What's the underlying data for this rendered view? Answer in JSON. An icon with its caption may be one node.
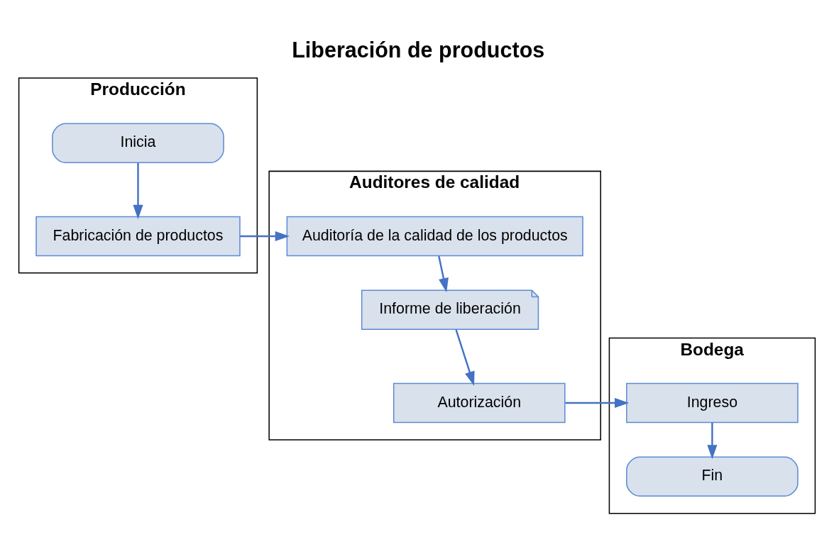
{
  "diagram": {
    "title": "Liberación de productos",
    "nodes": [
      {
        "text": [
          "Producción"
        ]
      },
      {
        "text": [
          "Inicia"
        ],
        "in": 0
      },
      {
        "text": [
          "Fabricación de productos"
        ],
        "in": 0
      },
      {
        "text": [
          "Auditores de calidad"
        ]
      },
      {
        "text": [
          "Auditoría de la calidad de los productos"
        ],
        "in": 3
      },
      {
        "text": [
          "Informe de liberación"
        ],
        "in": 3
      },
      {
        "text": [
          "Autorización"
        ],
        "in": 3
      },
      {
        "text": [
          "Bodega"
        ]
      },
      {
        "text": [
          "Ingreso"
        ],
        "in": 7
      },
      {
        "text": [
          "Fin"
        ],
        "in": 7
      }
    ],
    "edges": [
      {
        "from": 1,
        "to": 2,
        "arrow": "to"
      },
      {
        "from": 2,
        "to": 4,
        "arrow": "to"
      },
      {
        "from": 4,
        "to": 5,
        "arrow": "to"
      },
      {
        "from": 5,
        "to": 6,
        "arrow": "to"
      },
      {
        "from": 6,
        "to": 8,
        "arrow": "to"
      },
      {
        "from": 8,
        "to": 9,
        "arrow": "to"
      }
    ]
  }
}
